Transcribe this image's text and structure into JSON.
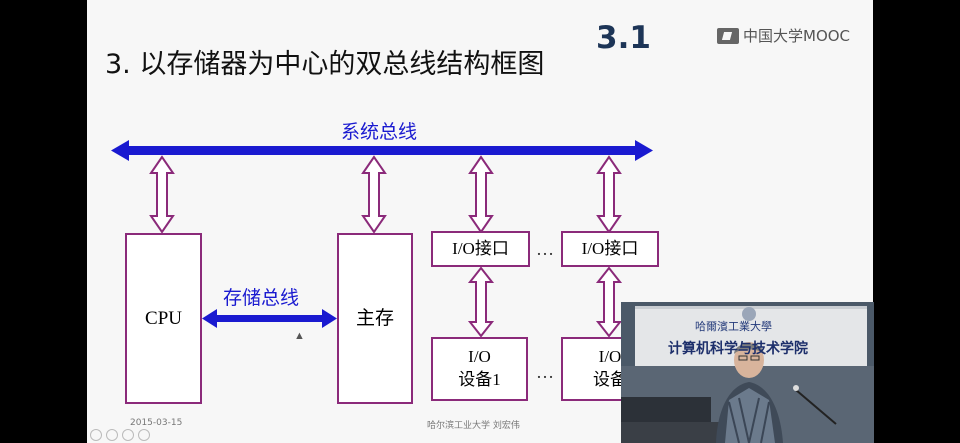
{
  "slide": {
    "title": "3. 以存储器为中心的双总线结构框图",
    "chapter": "3.1",
    "watermark": "中国大学MOOC",
    "system_bus_label": "系统总线",
    "memory_bus_label": "存储总线",
    "cpu_label": "CPU",
    "main_memory_label": "主存",
    "io_interface_1": "I/O接口",
    "io_interface_2": "I/O接口",
    "io_device_1": "I/O\n设备1",
    "io_device_2": "I/O\n设备",
    "ellipsis_1": "…",
    "ellipsis_2": "…",
    "footer_date": "2015-03-15",
    "footer_author": "哈尔滨工业大学 刘宏伟"
  },
  "webcam": {
    "sign_line1": "哈爾濱工業大學",
    "sign_line2": "计算机科学与技术学院"
  },
  "colors": {
    "bus_blue": "#1a1ad0",
    "box_border": "#8b2a7a",
    "slide_bg": "#f7f7f7"
  }
}
